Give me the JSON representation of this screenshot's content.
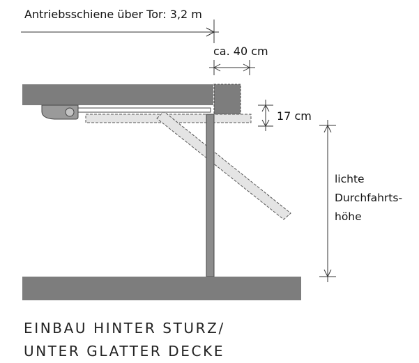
{
  "labels": {
    "rail_length": "Antriebsschiene über Tor: 3,2 m",
    "distance": "ca. 40 cm",
    "headroom": "17 cm",
    "clearance": [
      "lichte",
      "Durchfahrts-",
      "höhe"
    ]
  },
  "caption": {
    "line1": "EINBAU HINTER STURZ/",
    "line2": "UNTER GLATTER DECKE"
  },
  "colors": {
    "ceiling": "#7d7d7d",
    "floor": "#7d7d7d",
    "door_panel": "#8c8c8c",
    "dashed_fill": "#e4e4e4",
    "line": "#333333"
  }
}
